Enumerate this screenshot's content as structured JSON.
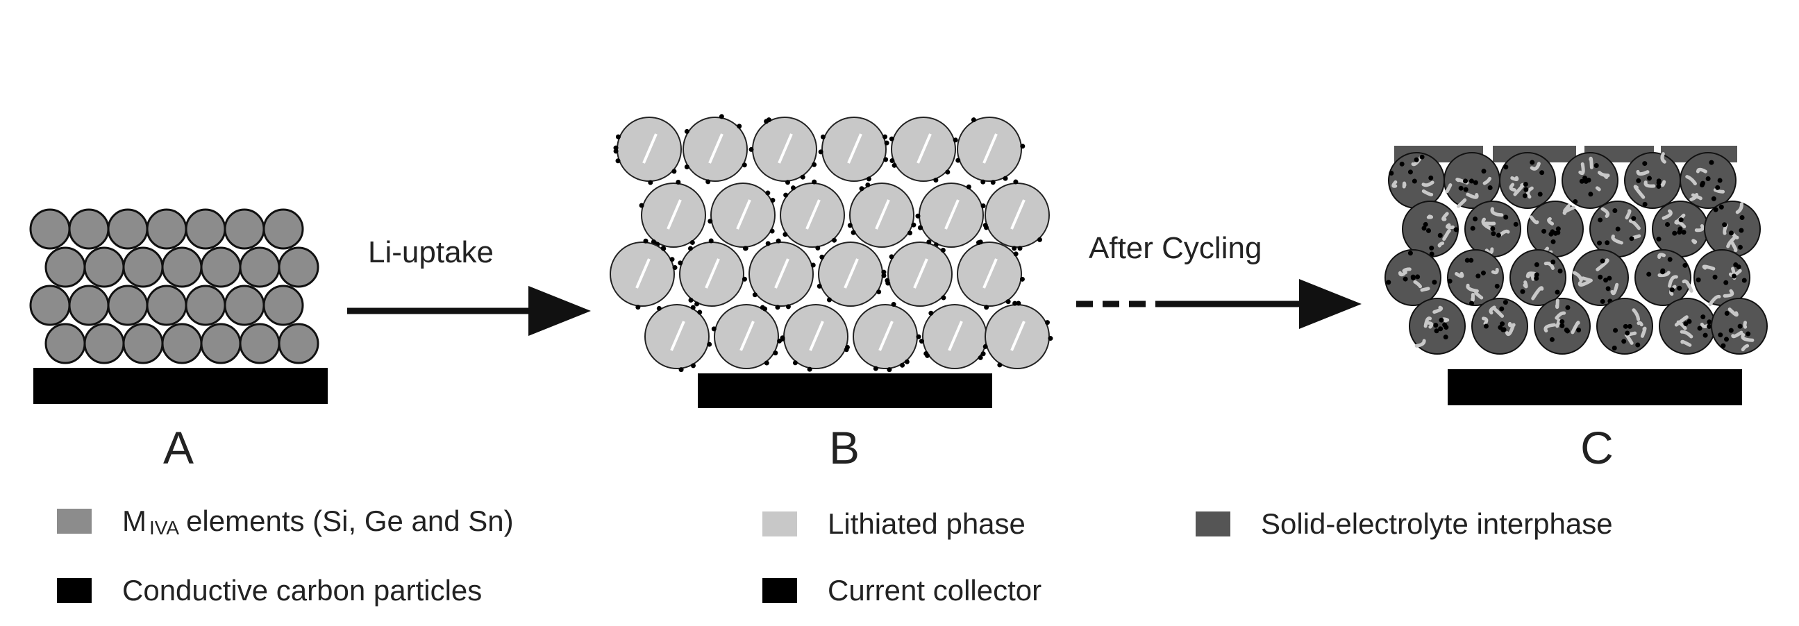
{
  "panels": {
    "a_label": "A",
    "b_label": "B",
    "c_label": "C"
  },
  "arrows": {
    "first_label": "Li-uptake",
    "second_label": "After Cycling"
  },
  "legend": {
    "mIVA": {
      "main": "M",
      "sub": "IVA",
      "rest": "elements (Si, Ge and Sn)",
      "color": "#8c8c8c"
    },
    "lithiated": {
      "label": "Lithiated phase",
      "color": "#c8c8c8"
    },
    "sei": {
      "label": "Solid-electrolyte interphase",
      "color": "#555555"
    },
    "carbon": {
      "label": "Conductive carbon particles",
      "color": "#000000"
    },
    "collector": {
      "label": "Current collector",
      "color": "#000000"
    }
  }
}
